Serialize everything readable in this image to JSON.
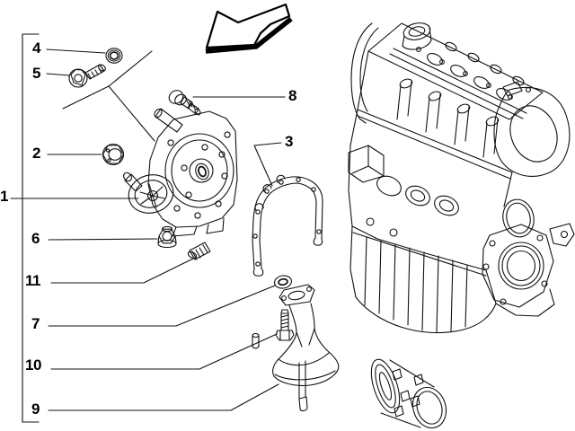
{
  "diagram": {
    "background_color": "#ffffff",
    "ink_color": "#111111",
    "arrow_icon": "direction-arrow-down-left",
    "callouts": {
      "c1": {
        "label": "1"
      },
      "c2": {
        "label": "2"
      },
      "c3": {
        "label": "3"
      },
      "c4": {
        "label": "4"
      },
      "c5": {
        "label": "5"
      },
      "c6": {
        "label": "6"
      },
      "c7": {
        "label": "7"
      },
      "c8": {
        "label": "8"
      },
      "c9": {
        "label": "9"
      },
      "c10": {
        "label": "10"
      },
      "c11": {
        "label": "11"
      }
    }
  }
}
